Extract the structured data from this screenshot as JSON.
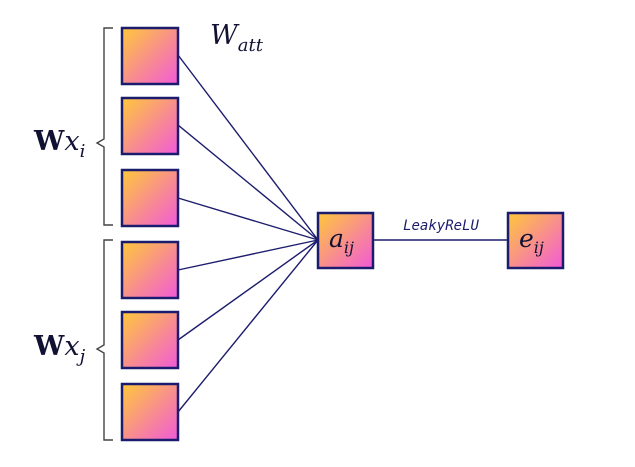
{
  "diagram": {
    "weight_label": {
      "base": "W",
      "sub": "att"
    },
    "group_i": {
      "bold": "W",
      "var": "x",
      "sub": "i",
      "units": 3
    },
    "group_j": {
      "bold": "W",
      "var": "x",
      "sub": "j",
      "units": 3
    },
    "attention_node": {
      "base": "a",
      "sub": "ij"
    },
    "activation_label": "LeakyReLU",
    "output_node": {
      "base": "e",
      "sub": "ij"
    }
  },
  "colors": {
    "gradient_start": "#FFC83A",
    "gradient_end": "#F25AD8",
    "stroke": "#1C1C6E"
  }
}
